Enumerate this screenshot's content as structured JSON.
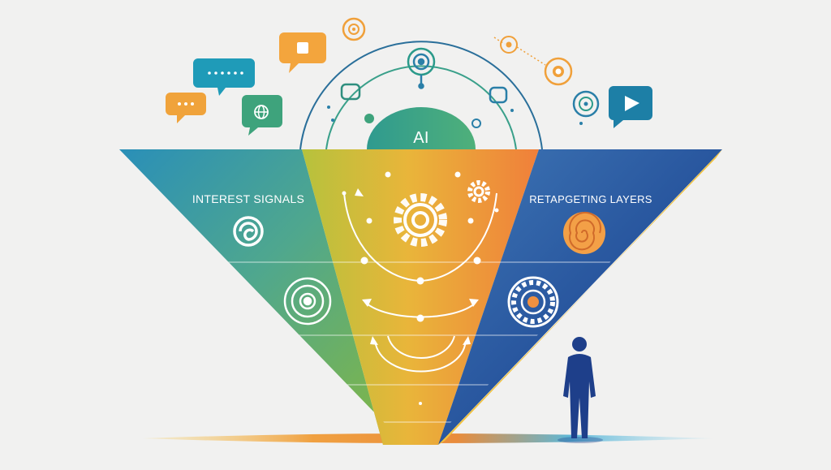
{
  "funnel": {
    "center_label": "AI",
    "left_label": "INTEREST SIGNALS",
    "right_label": "RETAPGETING LAYERS"
  },
  "colors": {
    "background": "#f1f1f0",
    "teal": "#1f9bb8",
    "green": "#7fb542",
    "yellow": "#e6b43a",
    "orange": "#ee8a3a",
    "navy": "#1d3f86",
    "figure": "#1e3f8a"
  },
  "icons": [
    "chat-bubble-icon",
    "globe-chat-icon",
    "image-chat-icon",
    "target-icon",
    "video-play-icon",
    "gear-icon",
    "spiral-icon",
    "concentric-rings-icon",
    "ornate-wheel-icon",
    "person-figure-icon"
  ]
}
